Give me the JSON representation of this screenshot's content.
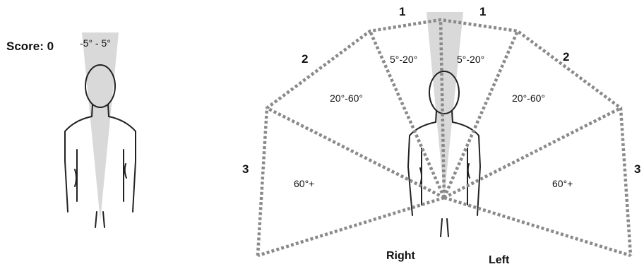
{
  "left_panel": {
    "score_label": "Score: 0",
    "range_label": "-5° - 5°"
  },
  "right_panel": {
    "zone_scores": {
      "upper_left": "1",
      "upper_right": "1",
      "mid_left": "2",
      "mid_right": "2",
      "lower_left": "3",
      "lower_right": "3"
    },
    "angle_labels": {
      "small_left": "5°-20°",
      "small_right": "5°-20°",
      "mid_left": "20°-60°",
      "mid_right": "20°-60°",
      "large_left": "60°+",
      "large_right": "60°+"
    },
    "side_labels": {
      "right": "Right",
      "left": "Left"
    }
  },
  "colors": {
    "neutral_wedge": "#d9d9d9",
    "boundary_dots": "#8a8a8a",
    "figure_outline": "#222222"
  }
}
